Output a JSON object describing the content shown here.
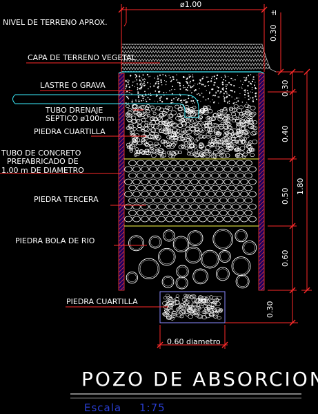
{
  "title": "POZO DE ABSORCION",
  "scale": {
    "label": "Escala",
    "value": "1:75"
  },
  "labels": {
    "ground_level": "NIVEL DE TERRENO APROX.",
    "topsoil": "CAPA DE TERRENO VEGETAL",
    "ballast": "LASTRE O GRAVA",
    "drain_pipe_1": "TUBO DRENAJE",
    "drain_pipe_2": "SEPTICO ø100mm",
    "stone_quarter_top": "PIEDRA CUARTILLA",
    "concrete_tube_1": "TUBO DE CONCRETO",
    "concrete_tube_2": "PREFABRICADO DE",
    "concrete_tube_3": "1.00 m DE DIAMETRO",
    "stone_third": "PIEDRA TERCERA",
    "river_stone": "PIEDRA BOLA DE RIO",
    "stone_quarter_bottom": "PIEDRA CUARTILLA"
  },
  "dimensions": {
    "diameter_top": "ø1.00",
    "topsoil_depth": "0.30",
    "ballast_depth": "0.30",
    "quarter_depth": "0.40",
    "third_depth": "0.50",
    "river_depth": "0.60",
    "total_depth": "1.80",
    "base_depth": "0.30",
    "base_width": "0.60 diametro",
    "plus_minus": "±"
  },
  "colors": {
    "background": "#000000",
    "wall": "#ff3b3b",
    "hatch_blue": "#3b3bff",
    "ground_line": "#3cf0ff",
    "layer_line": "#ffff4a",
    "dimension": "#ff2a2a",
    "leader": "#ff2a2a",
    "pipe": "#3cf0ff",
    "title_line": "#ffffff",
    "scale_text": "#2a3fd6"
  }
}
